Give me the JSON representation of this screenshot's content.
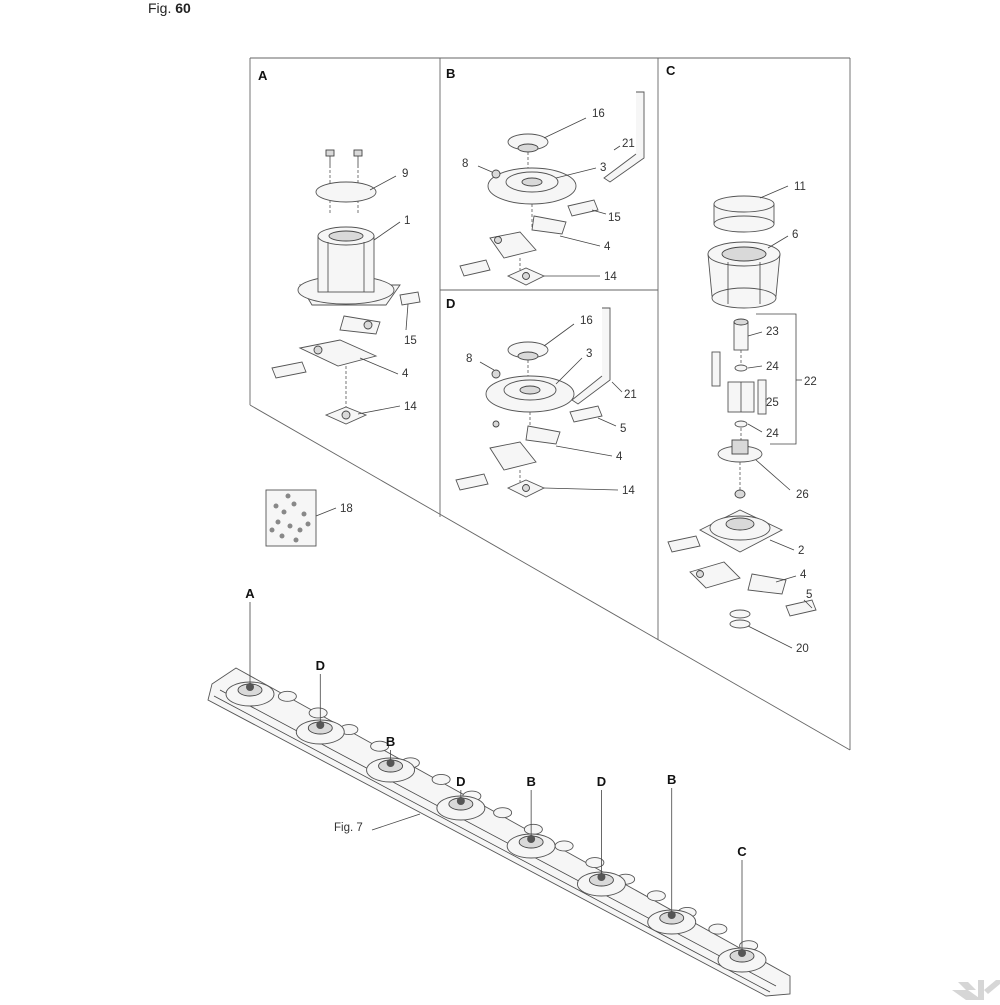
{
  "figure": {
    "prefix": "Fig.",
    "number": "60"
  },
  "sub_figure_label": "Fig. 7",
  "panels": [
    {
      "id": "A",
      "parts": [
        "9",
        "1",
        "15",
        "4",
        "14"
      ]
    },
    {
      "id": "B",
      "parts": [
        "16",
        "21",
        "8",
        "3",
        "15",
        "4",
        "14"
      ]
    },
    {
      "id": "C",
      "parts": [
        "11",
        "6",
        "23",
        "24",
        "22",
        "25",
        "24",
        "26",
        "2",
        "4",
        "5",
        "20"
      ]
    },
    {
      "id": "D",
      "parts": [
        "16",
        "8",
        "3",
        "21",
        "5",
        "4",
        "14"
      ]
    }
  ],
  "kit": {
    "part": "18"
  },
  "cutterbar_positions": [
    "A",
    "D",
    "B",
    "D",
    "B",
    "D",
    "B",
    "C"
  ],
  "colors": {
    "line": "#555555",
    "frame": "#666666",
    "text": "#222222",
    "logo": "#d6d6d6"
  },
  "logo_icon": "kramp-k-logo"
}
